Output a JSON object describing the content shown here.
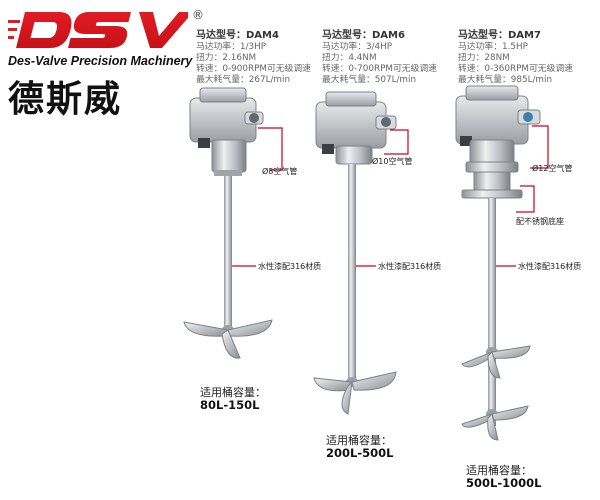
{
  "brand": {
    "logo_text": "DSV",
    "registered_mark": "®",
    "tagline": "Des-Valve Precision Machinery",
    "chinese_name": "德斯威"
  },
  "products": [
    {
      "title": "马达型号：DAM4",
      "power": "马达功率：1/3HP",
      "torque": "扭力：2.16NM",
      "speed": "转速：0-900RPM可无级调速",
      "air": "最大耗气量：267L/min",
      "tube_label": "Ø8空气管",
      "shaft_label": "水性漆配316材质",
      "capacity_label": "适用桶容量：",
      "capacity_range": "80L-150L"
    },
    {
      "title": "马达型号：DAM6",
      "power": "马达功率：3/4HP",
      "torque": "扭力：4.4NM",
      "speed": "转速：0-700RPM可无级调速",
      "air": "最大耗气量：507L/min",
      "tube_label": "Ø10空气管",
      "shaft_label": "水性漆配316材质",
      "capacity_label": "适用桶容量：",
      "capacity_range": "200L-500L"
    },
    {
      "title": "马达型号：DAM7",
      "power": "马达功率：1.5HP",
      "torque": "扭力：28NM",
      "speed": "转速：0-360RPM可无级调速",
      "air": "最大耗气量：985L/min",
      "tube_label": "Ø12空气管",
      "base_label": "配不锈钢底座",
      "shaft_label": "水性漆配316材质",
      "capacity_label": "适用桶容量：",
      "capacity_range": "500L-1000L"
    }
  ],
  "colors": {
    "logo_red": "#e31b23",
    "callout_red": "#d0021b",
    "steel": "#c9cdd1"
  }
}
